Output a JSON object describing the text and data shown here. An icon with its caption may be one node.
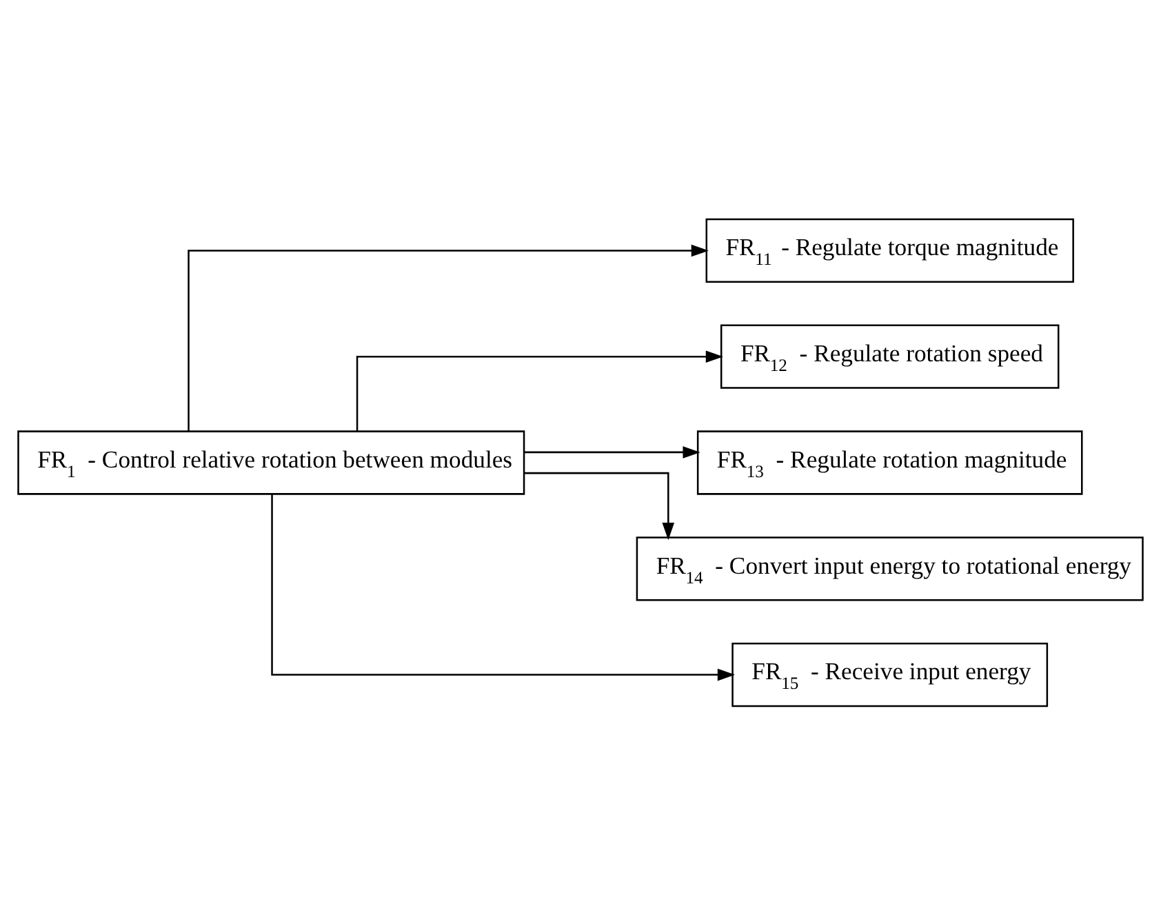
{
  "diagram": {
    "nodes": [
      {
        "text": [
          "FR$_{1}$ - Control relative rotation between modules"
        ]
      },
      {
        "text": [
          "FR$_{11}$ - Regulate torque magnitude"
        ]
      },
      {
        "text": [
          "FR$_{12}$ - Regulate rotation speed"
        ]
      },
      {
        "text": [
          "FR$_{13}$ - Regulate rotation magnitude"
        ]
      },
      {
        "text": [
          "FR$_{14}$ - Convert input energy to rotational energy"
        ]
      },
      {
        "text": [
          "FR$_{15}$ - Receive input energy"
        ]
      }
    ],
    "edges": [
      {
        "from": 0,
        "to": 1,
        "arrow": "to"
      },
      {
        "from": 0,
        "to": 2,
        "arrow": "to"
      },
      {
        "from": 0,
        "to": 3,
        "arrow": "to"
      },
      {
        "from": 0,
        "to": 4,
        "arrow": "to"
      },
      {
        "from": 0,
        "to": 5,
        "arrow": "to"
      }
    ]
  }
}
